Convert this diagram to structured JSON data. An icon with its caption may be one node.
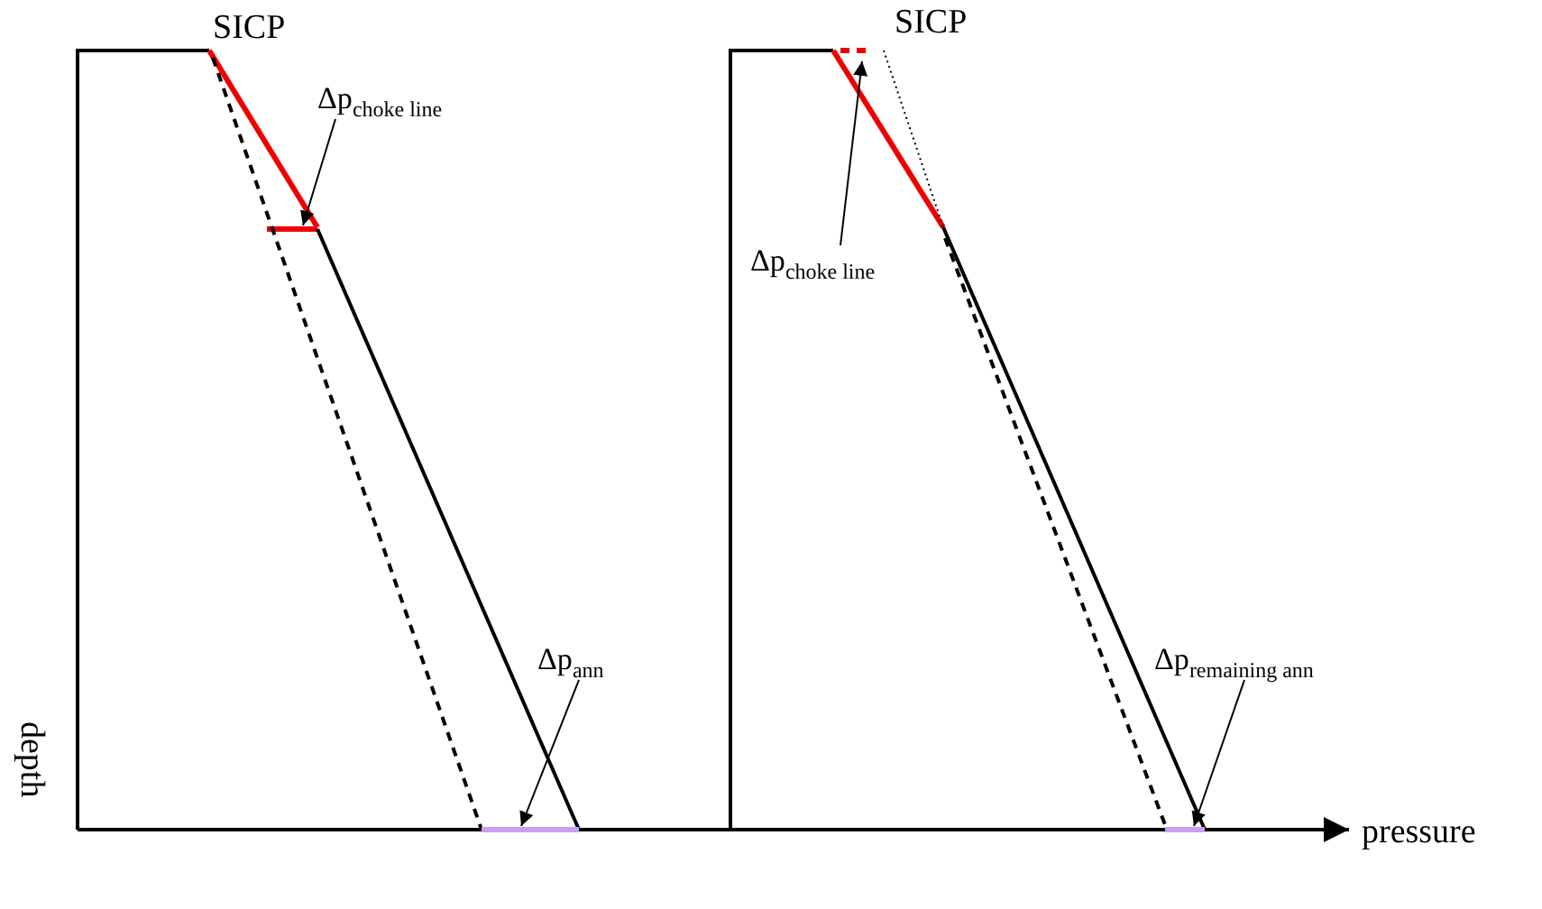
{
  "diagram": {
    "nodes": [
      {
        "text": [
          "Δp$_{choke line}$"
        ]
      },
      {
        "text": [
          "Δp$_{ann}$"
        ]
      },
      {
        "text": [
          "Δp$_{choke line}$"
        ]
      },
      {
        "text": [
          "Δp$_{remaining ann}$"
        ]
      }
    ],
    "edges": [
      {
        "from": 0,
        "to": null,
        "arrow": "to"
      },
      {
        "from": 1,
        "to": null,
        "arrow": "to"
      },
      {
        "from": 2,
        "to": null,
        "arrow": "to"
      },
      {
        "from": 3,
        "to": null,
        "arrow": "to"
      }
    ],
    "labels": [
      "SICP",
      "SICP",
      "depth",
      "pressure"
    ]
  }
}
